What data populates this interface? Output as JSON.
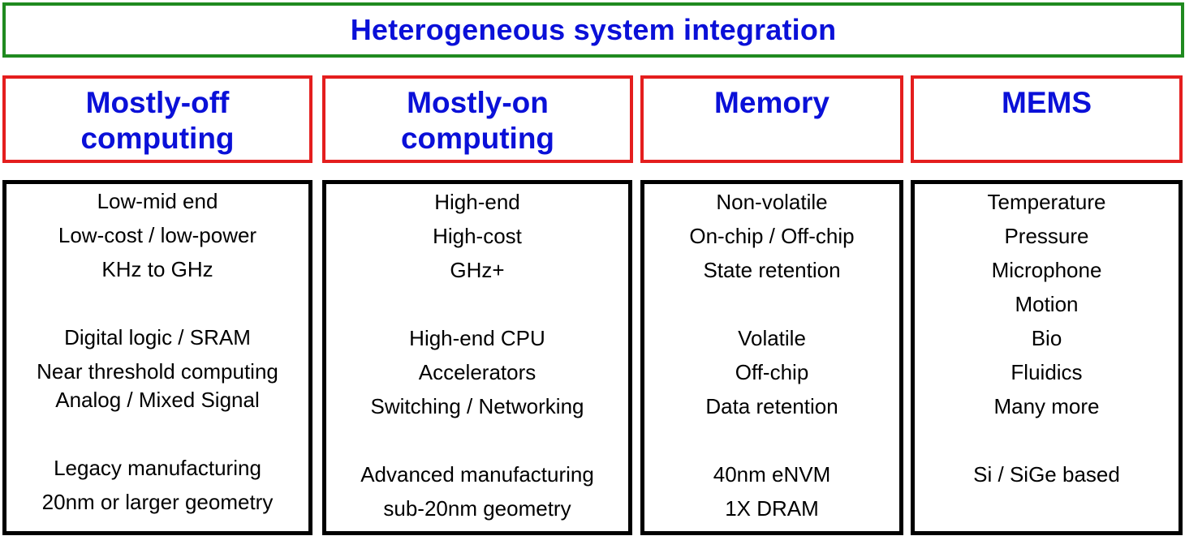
{
  "title": "Heterogeneous system integration",
  "columns": [
    {
      "header": [
        "Mostly-off",
        "computing"
      ],
      "lines": [
        "Low-mid end",
        "Low-cost / low-power",
        "KHz to GHz",
        "Digital logic / SRAM",
        "Near threshold computing",
        "Analog / Mixed Signal",
        "Legacy manufacturing",
        "20nm or larger geometry"
      ]
    },
    {
      "header": [
        "Mostly-on",
        "computing"
      ],
      "lines": [
        "High-end",
        "High-cost",
        "GHz+",
        "High-end CPU",
        "Accelerators",
        "Switching / Networking",
        "Advanced manufacturing",
        "sub-20nm geometry"
      ]
    },
    {
      "header": [
        "Memory"
      ],
      "lines": [
        "Non-volatile",
        "On-chip / Off-chip",
        "State retention",
        "Volatile",
        "Off-chip",
        "Data retention",
        "40nm eNVM",
        "1X DRAM"
      ]
    },
    {
      "header": [
        "MEMS"
      ],
      "lines": [
        "Temperature",
        "Pressure",
        "Microphone",
        "Motion",
        "Bio",
        "Fluidics",
        "Many more",
        "Si / SiGe based"
      ]
    }
  ]
}
